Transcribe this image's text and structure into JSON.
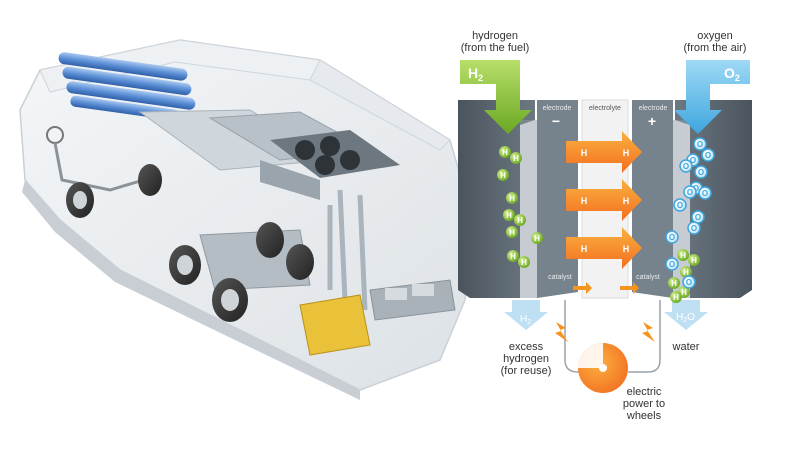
{
  "labels": {
    "hydrogen": "hydrogen",
    "from_fuel": "(from the fuel)",
    "oxygen": "oxygen",
    "from_air": "(from the air)",
    "h2_in": "H",
    "h2_sub": "2",
    "o2_in": "O",
    "o2_sub": "2",
    "electrode_left": "electrode",
    "electrolyte": "electrolyte",
    "electrode_right": "electrode",
    "minus": "−",
    "plus": "+",
    "catalyst_left": "catalyst",
    "catalyst_right": "catalyst",
    "h2_out": "H",
    "h2_out_sub": "2",
    "h2o_out": "H",
    "h2o_sub": "2",
    "h2o_o": "O",
    "excess_1": "excess",
    "excess_2": "hydrogen",
    "excess_3": "(for reuse)",
    "water": "water",
    "power_1": "electric",
    "power_2": "power to",
    "power_3": "wheels",
    "h": "H",
    "o": "O"
  },
  "colors": {
    "hydrogen_green": "#8dc63f",
    "oxygen_blue": "#4fb3e8",
    "arrow_orange": "#f7941d",
    "electrode_gray": "#5f6b75",
    "electrolyte_white": "#f2f2f2"
  }
}
